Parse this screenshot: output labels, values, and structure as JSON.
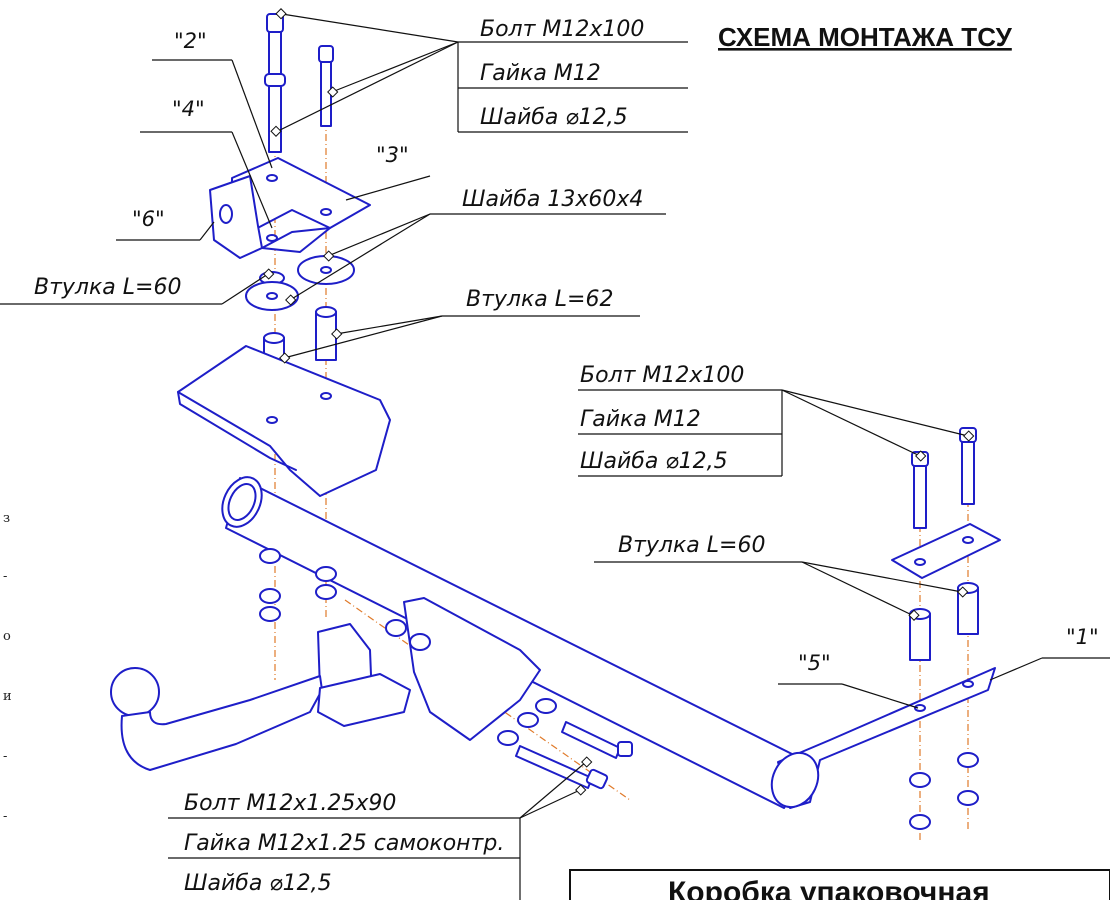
{
  "title": "СХЕМА МОНТАЖА ТСУ",
  "callouts": {
    "top_left": [
      "Болт М12х100",
      "Гайка М12",
      "Шайба ⌀12,5"
    ],
    "washer_large": "Шайба 13х60х4",
    "sleeve_left_top": "Втулка L=60",
    "sleeve_62": "Втулка L=62",
    "right": [
      "Болт М12х100",
      "Гайка М12",
      "Шайба ⌀12,5"
    ],
    "sleeve_right": "Втулка L=60",
    "bottom": [
      "Болт М12х1.25х90",
      "Гайка М12х1.25 самоконтр.",
      "Шайба ⌀12,5"
    ]
  },
  "part_tags": {
    "p1": "\"1\"",
    "p2": "\"2\"",
    "p3": "\"3\"",
    "p4": "\"4\"",
    "p5": "\"5\"",
    "p6": "\"6\""
  },
  "package_box": "Коробка упаковочная",
  "side_fragments": [
    "з",
    "-",
    "о",
    "и",
    "-",
    "-"
  ],
  "colors": {
    "line": "#1e1ec8",
    "axis": "#e07a2a",
    "text": "#111111"
  }
}
